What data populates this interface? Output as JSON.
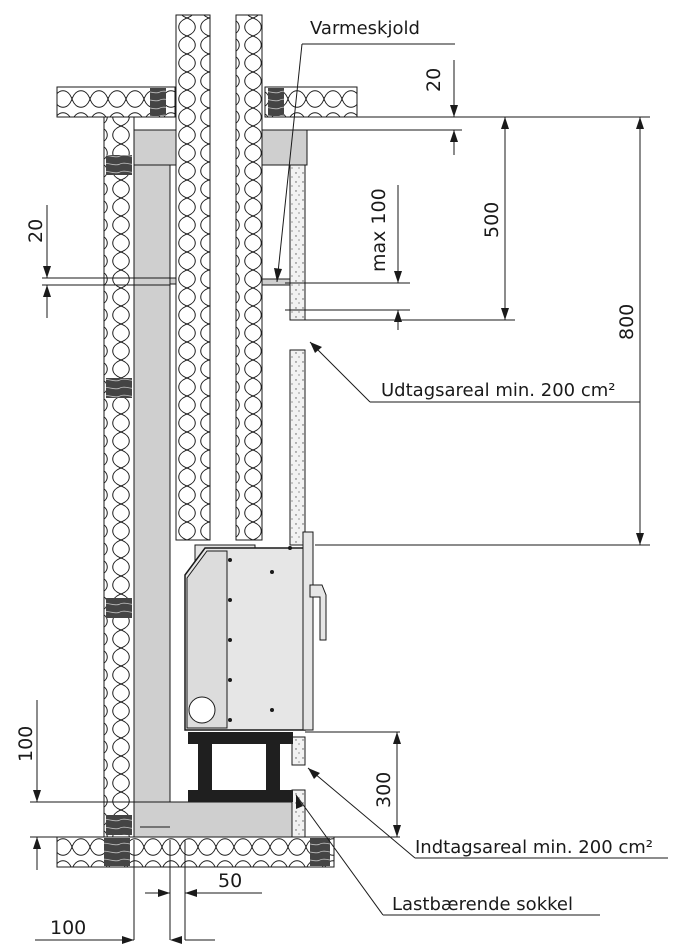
{
  "labels": {
    "heat_shield": "Varmeskjold",
    "outlet_area": "Udtagsareal min. 200 cm²",
    "inlet_area": "Indtagsareal min. 200 cm²",
    "base": "Lastbærende sokkel"
  },
  "dimensions": {
    "ceiling_gap": "20",
    "panel_gap": "20",
    "max_shield": "max 100",
    "outlet_height": "500",
    "stove_to_ceiling": "800",
    "floor_height": "100",
    "inlet_height": "300",
    "spacing": "50",
    "wall_distance": "100"
  },
  "colors": {
    "concrete": "#cfcfcf",
    "stove": "#e6e6e6",
    "line": "#1a1a1a",
    "base": "#1f1f1f"
  }
}
